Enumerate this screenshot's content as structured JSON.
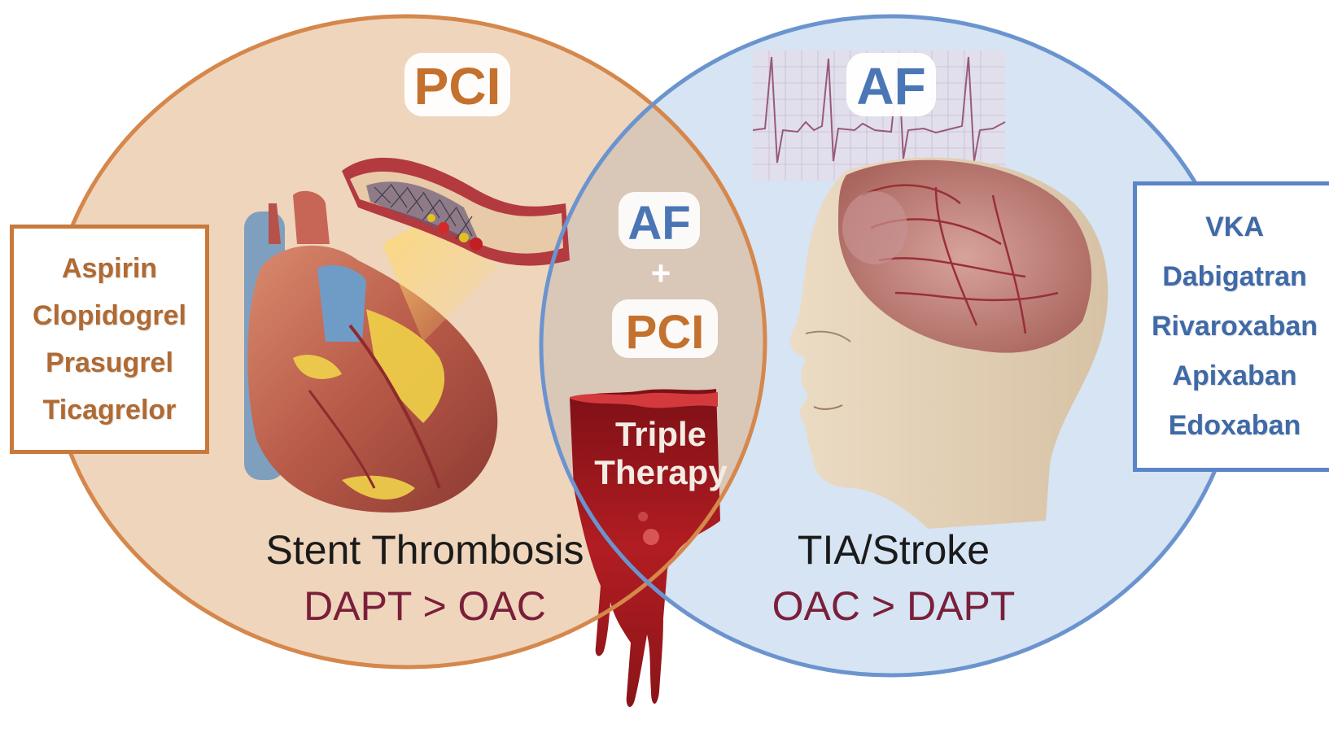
{
  "left_circle": {
    "title": "PCI",
    "outcome": "Stent Thrombosis",
    "rule": "DAPT > OAC"
  },
  "right_circle": {
    "title": "AF",
    "outcome": "TIA/Stroke",
    "rule": "OAC > DAPT"
  },
  "overlap": {
    "top": "AF",
    "plus": "+",
    "bottom": "PCI",
    "therapy_line1": "Triple",
    "therapy_line2": "Therapy"
  },
  "antiplatelets": [
    "Aspirin",
    "Clopidogrel",
    "Prasugrel",
    "Ticagrelor"
  ],
  "anticoagulants": [
    "VKA",
    "Dabigatran",
    "Rivaroxaban",
    "Apixaban",
    "Edoxaban"
  ],
  "colors": {
    "pci_fill": "#efd5bb",
    "pci_border": "#d5874c",
    "af_fill": "#d6e4f3",
    "af_border": "#6b94cf",
    "overlap_fill": "#d9c7b8",
    "rule_text": "#7a1f3a",
    "blood": "#a3171d"
  }
}
